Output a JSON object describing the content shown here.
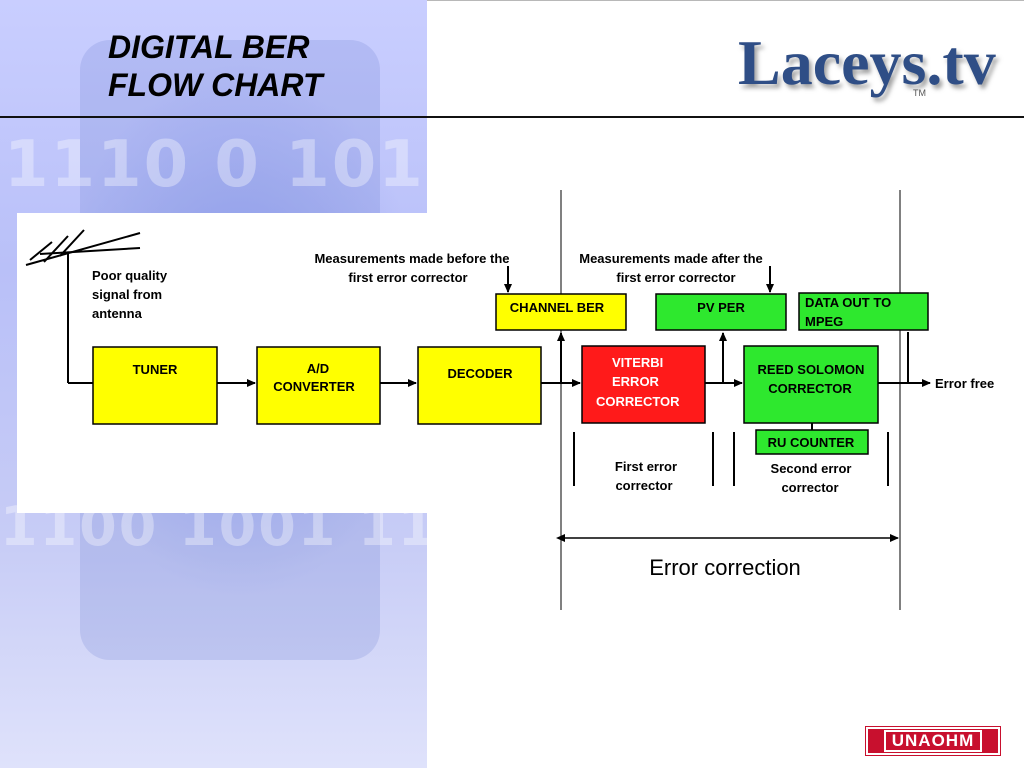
{
  "header": {
    "title_line1": "DIGITAL BER",
    "title_line2": "FLOW CHART",
    "logo_text": "Laceys.tv",
    "logo_tm": "TM"
  },
  "diagram": {
    "antenna_note": [
      "Poor quality",
      "signal from",
      "antenna"
    ],
    "before_note": [
      "Measurements made before the",
      "first error corrector"
    ],
    "after_note": [
      "Measurements made after the",
      "first error corrector"
    ],
    "blocks": {
      "tuner": [
        "TUNER"
      ],
      "ad_converter": [
        "A/D",
        "CONVERTER"
      ],
      "decoder": [
        "DECODER"
      ],
      "viterbi": [
        "VITERBI",
        "ERROR",
        "CORRECTOR"
      ],
      "reed_solomon": [
        "REED SOLOMON",
        "CORRECTOR"
      ],
      "channel_ber": [
        "CHANNEL BER"
      ],
      "pv_per": [
        "PV PER"
      ],
      "data_out": [
        "DATA OUT TO",
        "MPEG"
      ],
      "ru_counter": [
        "RU COUNTER"
      ]
    },
    "first_corrector_label": [
      "First error",
      "corrector"
    ],
    "second_corrector_label": [
      "Second error",
      "corrector"
    ],
    "error_free": "Error free",
    "error_correction": "Error correction",
    "colors": {
      "yellow": "#ffff00",
      "green": "#2ee82e",
      "red": "#ff1a1a"
    }
  },
  "footer": {
    "brand": "UNAOHM",
    "brand_color": "#c8102e"
  }
}
